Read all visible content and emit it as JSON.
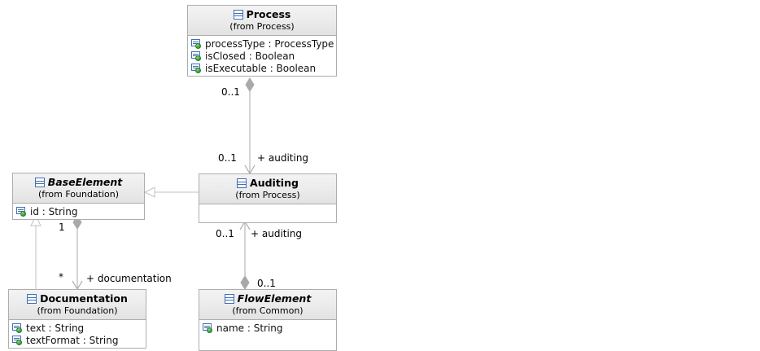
{
  "diagram": {
    "type": "uml-class-diagram",
    "background": "#ffffff",
    "line_color": "#a9a9a9",
    "box_border_color": "#adadad",
    "header_bg": "#ececec",
    "icon_blue": "#3f6fb5",
    "icon_green": "#3aa43a"
  },
  "classes": [
    {
      "id": "process",
      "name": "Process",
      "package": "(from Process)",
      "abstract": false,
      "attributes": [
        "processType : ProcessType",
        "isClosed : Boolean",
        "isExecutable : Boolean"
      ]
    },
    {
      "id": "baseelement",
      "name": "BaseElement",
      "package": "(from Foundation)",
      "abstract": true,
      "attributes": [
        "id : String"
      ]
    },
    {
      "id": "auditing",
      "name": "Auditing",
      "package": "(from Process)",
      "abstract": false,
      "attributes": []
    },
    {
      "id": "documentation",
      "name": "Documentation",
      "package": "(from Foundation)",
      "abstract": false,
      "attributes": [
        "text : String",
        "textFormat : String"
      ]
    },
    {
      "id": "flowelement",
      "name": "FlowElement",
      "package": "(from Common)",
      "abstract": true,
      "attributes": [
        "name : String"
      ]
    }
  ],
  "associations": [
    {
      "id": "process-auditing",
      "from": "process",
      "to": "auditing",
      "source_multiplicity": "0..1",
      "target_multiplicity": "0..1",
      "role": "+ auditing",
      "source_decoration": "aggregation-diamond",
      "target_decoration": "open-arrow"
    },
    {
      "id": "flowelement-auditing",
      "from": "flowelement",
      "to": "auditing",
      "source_multiplicity": "0..1",
      "target_multiplicity": "0..1",
      "role": "+ auditing",
      "source_decoration": "aggregation-diamond",
      "target_decoration": "open-arrow"
    },
    {
      "id": "baseelement-documentation",
      "from": "baseelement",
      "to": "documentation",
      "source_multiplicity": "1",
      "target_multiplicity": "*",
      "role": "+ documentation",
      "source_decoration": "aggregation-diamond",
      "target_decoration": "open-arrow"
    }
  ],
  "generalizations": [
    {
      "id": "auditing-to-baseelement",
      "from": "auditing",
      "to": "baseelement"
    },
    {
      "id": "documentation-to-baseelement",
      "from": "documentation",
      "to": "baseelement"
    }
  ],
  "labels": {
    "proc_aud_src_mult": "0..1",
    "proc_aud_tgt_mult": "0..1",
    "proc_aud_role": "+ auditing",
    "flow_aud_tgt_mult": "0..1",
    "flow_aud_src_mult": "0..1",
    "flow_aud_role": "+ auditing",
    "base_doc_src_mult": "1",
    "base_doc_tgt_mult": "*",
    "base_doc_role": "+ documentation"
  }
}
